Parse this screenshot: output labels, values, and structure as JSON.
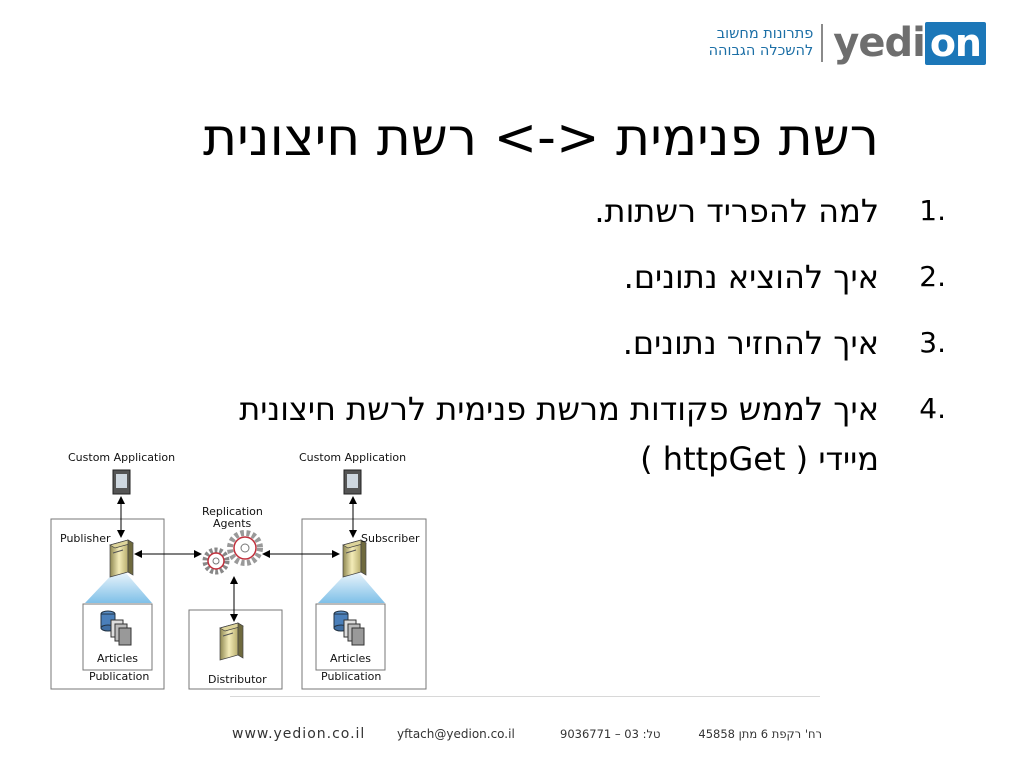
{
  "logo": {
    "tagline_line1": "פתרונות מחשוב",
    "tagline_line2": "להשכלה הגבוהה",
    "word_part1": "yedi",
    "word_part2": "on",
    "colors": {
      "blue": "#1c77b8",
      "gray": "#6e6e6e"
    }
  },
  "slide": {
    "title": "רשת פנימית <-> רשת חיצונית",
    "items": [
      {
        "num": "1.",
        "text": "למה להפריד רשתות."
      },
      {
        "num": "2.",
        "text": "איך להוציא נתונים."
      },
      {
        "num": "3.",
        "text": "איך להחזיר נתונים."
      },
      {
        "num": "4.",
        "text": "איך לממש פקודות מרשת פנימית לרשת חיצונית מיידי ( httpGet )"
      }
    ]
  },
  "diagram": {
    "custom_app_left": "Custom Application",
    "custom_app_right": "Custom Application",
    "publisher": "Publisher",
    "subscriber": "Subscriber",
    "replication": "Replication",
    "agents": "Agents",
    "distributor": "Distributor",
    "articles_left": "Articles",
    "publication_left": "Publication",
    "articles_right": "Articles",
    "publication_right": "Publication"
  },
  "footer": {
    "website": "www.yedion.co.il",
    "email": "yftach@yedion.co.il",
    "phone": "טל: 03 – 9036771",
    "address": "רח' רקפת 6 מתן 45858"
  }
}
